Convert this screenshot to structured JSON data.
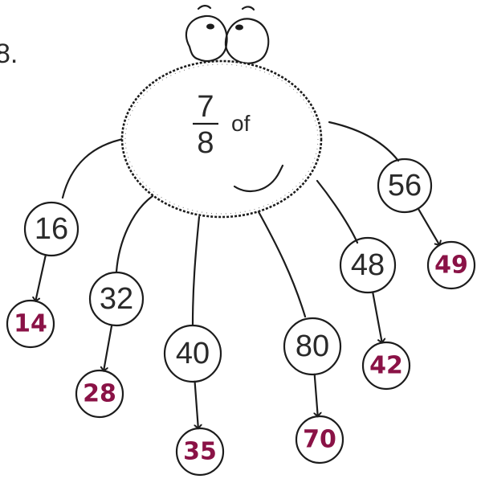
{
  "question_number": "8.",
  "operator": {
    "numerator": "7",
    "denominator": "8",
    "word": "of"
  },
  "answer_color": "#8a1246",
  "legs": [
    {
      "input": "16",
      "answer": "14"
    },
    {
      "input": "32",
      "answer": "28"
    },
    {
      "input": "40",
      "answer": "35"
    },
    {
      "input": "80",
      "answer": "70"
    },
    {
      "input": "48",
      "answer": "42"
    },
    {
      "input": "56",
      "answer": "49"
    }
  ]
}
